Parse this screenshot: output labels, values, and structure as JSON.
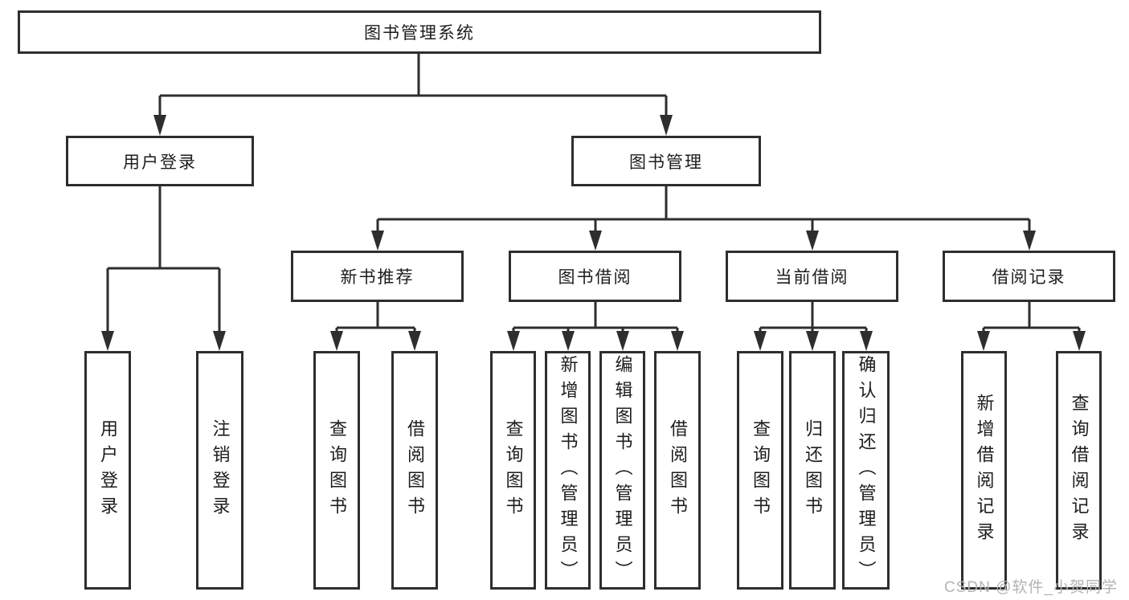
{
  "diagram": {
    "root": {
      "label": "图书管理系统"
    },
    "branches": [
      {
        "label": "用户登录",
        "leaves": [
          {
            "label": "用户登录"
          },
          {
            "label": "注销登录"
          }
        ]
      },
      {
        "label": "图书管理",
        "sections": [
          {
            "label": "新书推荐",
            "leaves": [
              {
                "label": "查询图书"
              },
              {
                "label": "借阅图书"
              }
            ]
          },
          {
            "label": "图书借阅",
            "leaves": [
              {
                "label": "查询图书"
              },
              {
                "label": "新增图书（管理员）"
              },
              {
                "label": "编辑图书（管理员）"
              },
              {
                "label": "借阅图书"
              }
            ]
          },
          {
            "label": "当前借阅",
            "leaves": [
              {
                "label": "查询图书"
              },
              {
                "label": "归还图书"
              },
              {
                "label": "确认归还（管理员）"
              }
            ]
          },
          {
            "label": "借阅记录",
            "leaves": [
              {
                "label": "新增借阅记录"
              },
              {
                "label": "查询借阅记录"
              }
            ]
          }
        ]
      }
    ],
    "watermark": "CSDN @软件_小贺同学",
    "colors": {
      "line": "#2e2e2e",
      "box_fill": "#ffffff",
      "text": "#1d1d1f",
      "watermark": "#b3b3b3"
    }
  }
}
